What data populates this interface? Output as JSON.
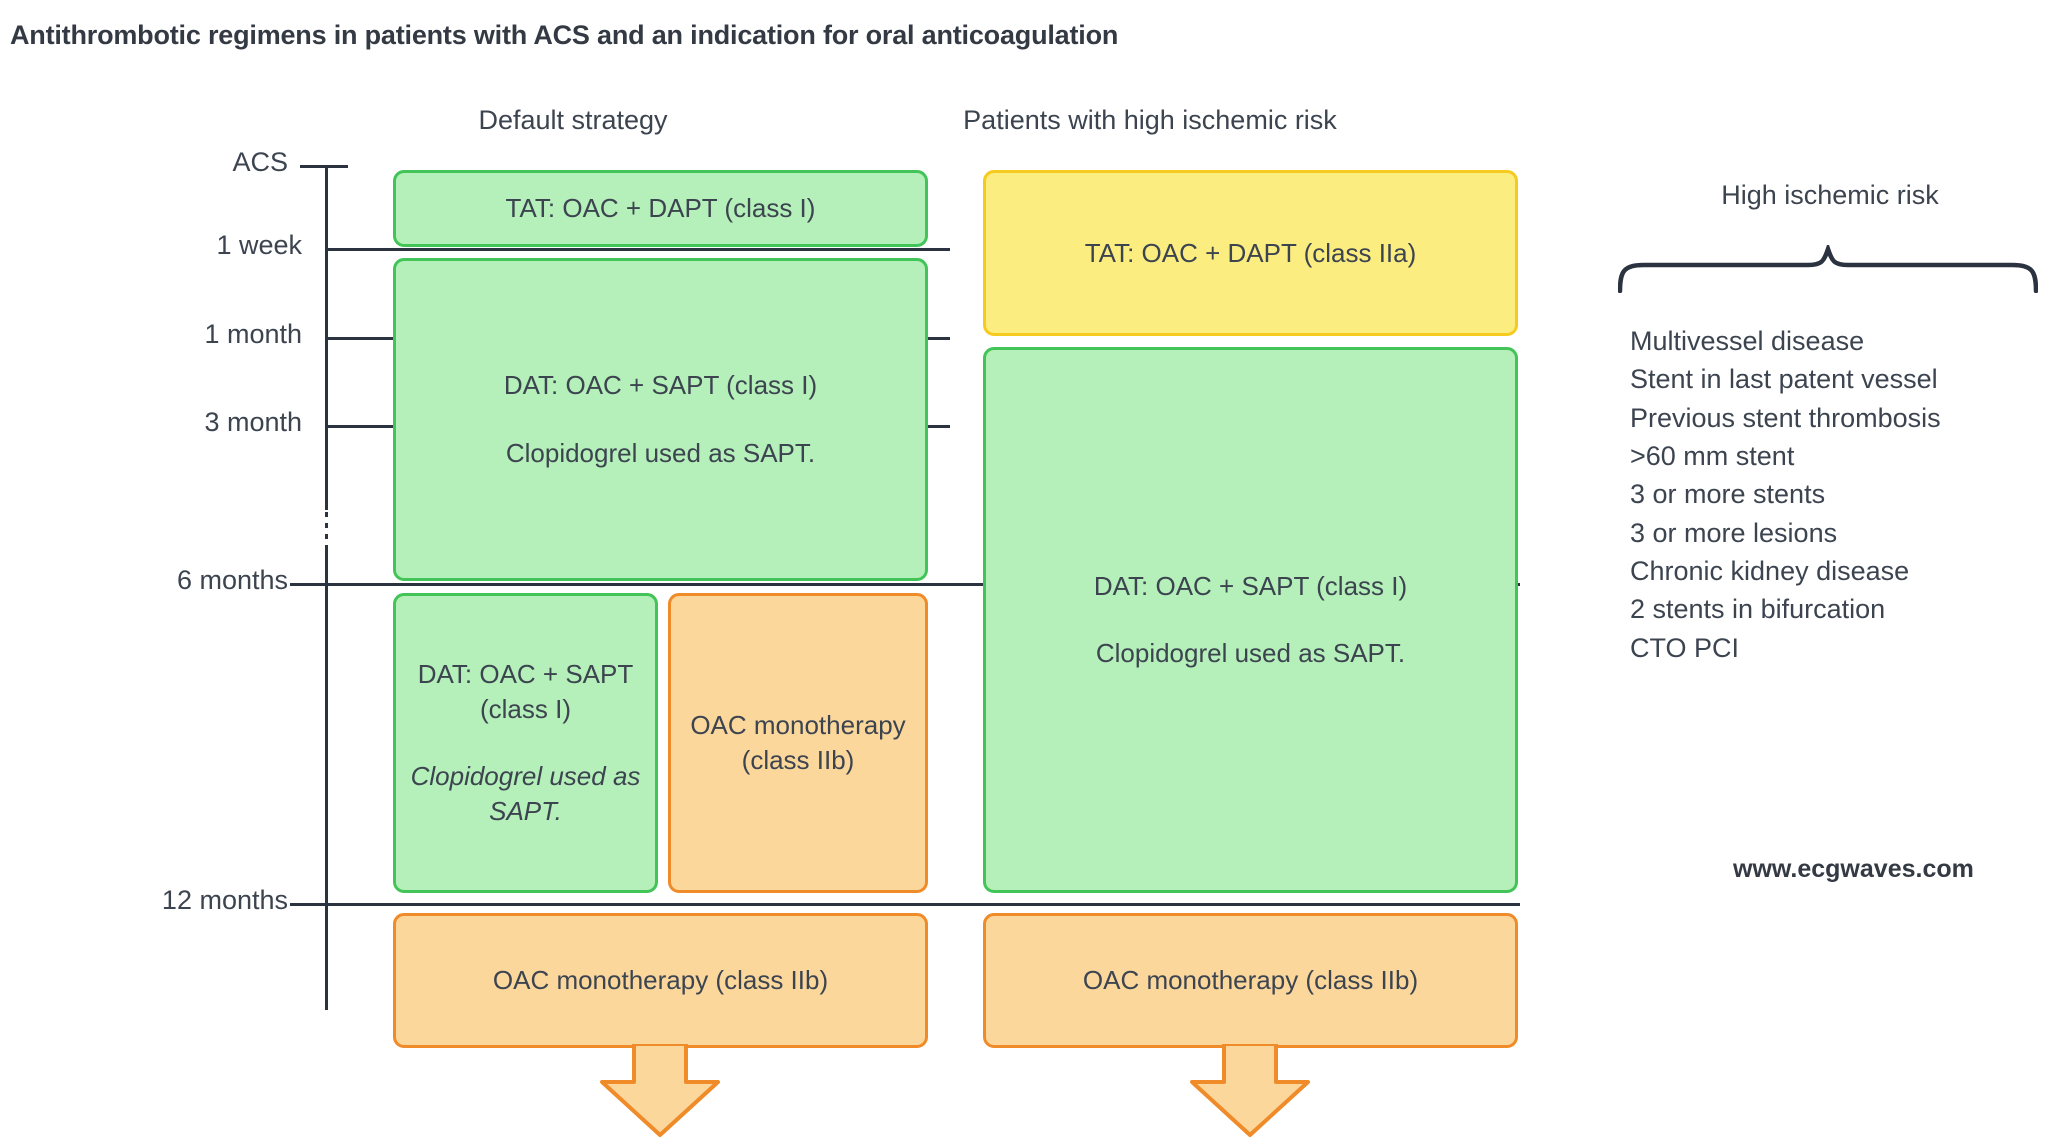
{
  "title": "Antithrombotic regimens in patients with ACS and an indication for oral anticoagulation",
  "columns": {
    "default": "Default strategy",
    "high_risk": "Patients with high ischemic risk"
  },
  "timeline": {
    "ticks": [
      {
        "label": "ACS"
      },
      {
        "label": "1 week"
      },
      {
        "label": "1 month"
      },
      {
        "label": "3 month"
      },
      {
        "label": "6 months"
      },
      {
        "label": "12 months"
      }
    ]
  },
  "default_strategy": {
    "tat": "TAT: OAC + DAPT (class I)",
    "dat_line1": "DAT: OAC + SAPT (class I)",
    "dat_line2": "Clopidogrel used as SAPT.",
    "dat_late_line1": "DAT: OAC + SAPT (class I)",
    "dat_late_line2": "Clopidogrel used as SAPT.",
    "oac_mono_mid": "OAC monotherapy (class IIb)",
    "oac_mono_bottom": "OAC monotherapy (class IIb)"
  },
  "high_risk_strategy": {
    "tat": "TAT: OAC + DAPT (class IIa)",
    "dat_line1": "DAT: OAC + SAPT (class I)",
    "dat_line2": "Clopidogrel used as SAPT.",
    "oac_mono_bottom": "OAC monotherapy (class IIb)"
  },
  "risk_panel": {
    "title": "High ischemic risk",
    "items": [
      "Multivessel disease",
      "Stent in last patent vessel",
      "Previous stent thrombosis",
      ">60 mm stent",
      "3 or more stents",
      "3 or more lesions",
      "Chronic kidney disease",
      "2 stents in bifurcation",
      "CTO PCI"
    ]
  },
  "watermark": "www.ecgwaves.com",
  "colors": {
    "green_fill": "#b5efb9",
    "green_border": "#43c459",
    "yellow_fill": "#fced80",
    "yellow_border": "#f6cb1f",
    "orange_fill": "#fcd79c",
    "orange_border": "#f08b2a",
    "text": "#3c4450",
    "axis": "#2c3340"
  }
}
